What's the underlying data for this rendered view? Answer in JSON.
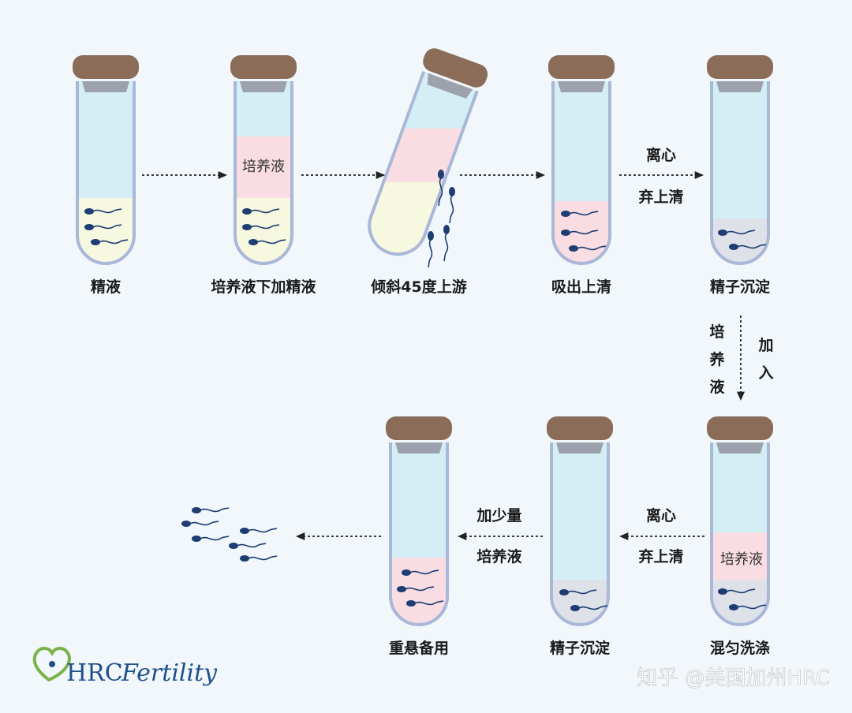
{
  "colors": {
    "background": "#f2f7fc",
    "tube_outline": "#a9b7d8",
    "tube_fluid": "#d4eef6",
    "medium": "#f9dde3",
    "semen": "#f6f8df",
    "pellet": "#dee2e8",
    "cap": "#8a6c58",
    "sperm": "#1d3d73",
    "logo_green": "#7cb24a",
    "logo_blue": "#1f4f8b"
  },
  "steps": {
    "semen": "精液",
    "layering": "培养液下加精液",
    "tilt_swim_up": "倾斜45度上游",
    "aspirate": "吸出上清",
    "pellet": "精子沉淀",
    "mix_wash": "混匀洗涤",
    "pellet_second": "精子沉淀",
    "resuspend": "重悬备用"
  },
  "arrows": {
    "centrifuge": "离心",
    "discard": "弃上清",
    "add_medium_left": [
      "培",
      "养",
      "液"
    ],
    "add_medium_right": [
      "加",
      "入"
    ],
    "add_small_amount": "加少量",
    "medium": "培养液"
  },
  "tube_labels": {
    "medium": "培养液"
  },
  "logo": {
    "hrc": "HRC",
    "fertility": "Fertility"
  },
  "watermark": "知乎 @美国加州HRC"
}
